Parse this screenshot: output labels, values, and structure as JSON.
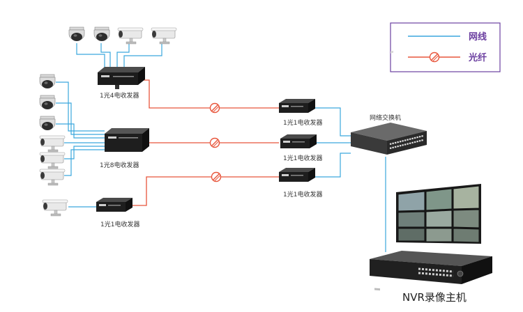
{
  "legend": {
    "ethernet_label": "网线",
    "fiber_label": "光纤",
    "ethernet_color": "#3aa6dd",
    "fiber_color": "#e8553b",
    "border_color": "#6b3fa0"
  },
  "devices": {
    "tx_1to4": "1光4电收发器",
    "tx_1to8": "1光8电收发器",
    "tx_1to1_left": "1光1电收发器",
    "tx_1to1_r1": "1光1电收发器",
    "tx_1to1_r2": "1光1电收发器",
    "tx_1to1_r3": "1光1电收发器",
    "switch": "网络交换机",
    "nvr": "NVR录像主机"
  },
  "icons": {
    "dome_camera": "dome-camera-icon",
    "bullet_camera": "bullet-camera-icon",
    "fiber_connector": "fiber-connector-icon",
    "network_switch": "network-switch-icon",
    "nvr_recorder": "nvr-recorder-icon",
    "video_wall": "video-wall-icon"
  }
}
